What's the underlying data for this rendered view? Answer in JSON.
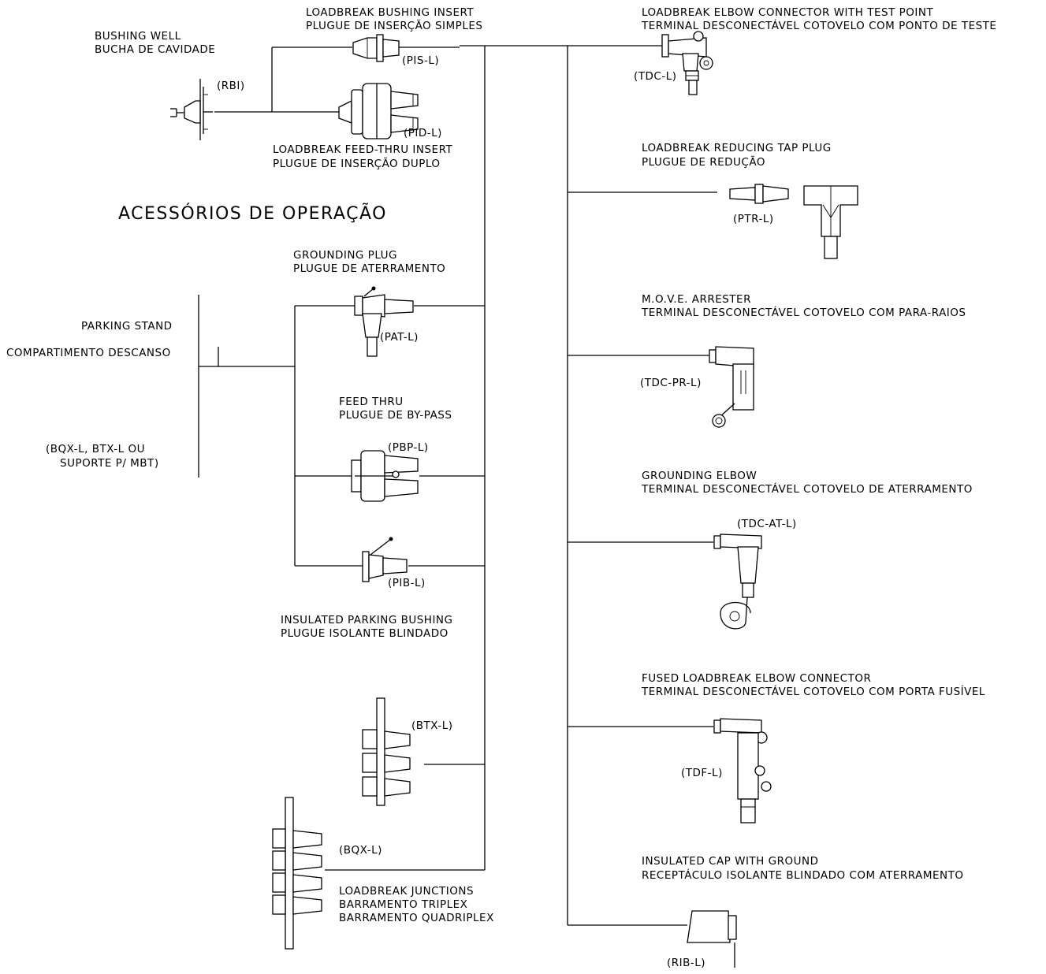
{
  "heading": "ACESSÓRIOS DE OPERAÇÃO",
  "bushing_well": {
    "line1": "BUSHING WELL",
    "line2": "BUCHA DE CAVIDADE",
    "code": "(RBI)"
  },
  "pis": {
    "line1": "LOADBREAK BUSHING INSERT",
    "line2": "PLUGUE DE INSERÇÃO SIMPLES",
    "code": "(PIS-L)"
  },
  "pid": {
    "line1": "LOADBREAK FEED-THRU INSERT",
    "line2": "PLUGUE DE INSERÇÃO DUPLO",
    "code": "(PID-L)"
  },
  "tdc": {
    "line1": "LOADBREAK ELBOW CONNECTOR WITH TEST POINT",
    "line2": "TERMINAL DESCONECTÁVEL COTOVELO COM PONTO DE TESTE",
    "code": "(TDC-L)"
  },
  "ptr": {
    "line1": "LOADBREAK REDUCING TAP PLUG",
    "line2": "PLUGUE DE REDUÇÃO",
    "code": "(PTR-L)"
  },
  "pat": {
    "line1": "GROUNDING PLUG",
    "line2": "PLUGUE DE ATERRAMENTO",
    "code": "(PAT-L)"
  },
  "parking": {
    "line1": "PARKING STAND",
    "line2": "COMPARTIMENTO DESCANSO",
    "line3": "(BQX-L, BTX-L OU",
    "line4": "SUPORTE P/ MBT)"
  },
  "tdcpr": {
    "line1": "M.O.V.E. ARRESTER",
    "line2": "TERMINAL DESCONECTÁVEL COTOVELO COM PARA-RAIOS",
    "code": "(TDC-PR-L)"
  },
  "pbp": {
    "line1": "FEED THRU",
    "line2": "PLUGUE DE BY-PASS",
    "code": "(PBP-L)"
  },
  "tdcat": {
    "line1": "GROUNDING ELBOW",
    "line2": "TERMINAL DESCONECTÁVEL COTOVELO DE ATERRAMENTO",
    "code": "(TDC-AT-L)"
  },
  "pib": {
    "code": "(PIB-L)",
    "line1": "INSULATED PARKING BUSHING",
    "line2": "PLUGUE ISOLANTE BLINDADO"
  },
  "tdf": {
    "line1": "FUSED LOADBREAK ELBOW CONNECTOR",
    "line2": "TERMINAL DESCONECTÁVEL COTOVELO COM PORTA FUSÍVEL",
    "code": "(TDF-L)"
  },
  "btx": {
    "code": "(BTX-L)"
  },
  "bqx": {
    "code": "(BQX-L)"
  },
  "junctions": {
    "line1": "LOADBREAK JUNCTIONS",
    "line2": "BARRAMENTO TRIPLEX",
    "line3": "BARRAMENTO QUADRIPLEX"
  },
  "rib": {
    "line1": "INSULATED CAP WITH GROUND",
    "line2": "RECEPTÁCULO ISOLANTE BLINDADO COM ATERRAMENTO",
    "code": "(RIB-L)"
  }
}
